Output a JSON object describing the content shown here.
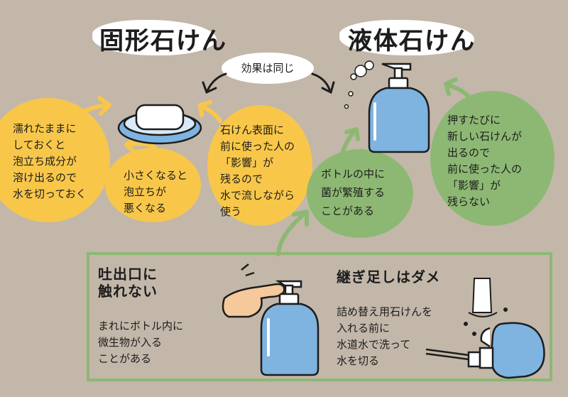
{
  "titles": {
    "solid": "固形石けん",
    "liquid": "液体石けん"
  },
  "center_bubble": "効果は同じ",
  "solid_circles": [
    {
      "text": "濡れたままに\nしておくと\n泡立ち成分が\n溶け出るので\n水を切っておく"
    },
    {
      "text": "小さくなると\n泡立ちが\n悪くなる"
    },
    {
      "text": "石けん表面に\n前に使った人の\n「影響」が\n残るので\n水で流しながら\n使う"
    }
  ],
  "liquid_circles": [
    {
      "text": "ボトルの中に\n菌が繁殖する\nことがある"
    },
    {
      "text": "押すたびに\n新しい石けんが\n出るので\n前に使った人の\n「影響」が\n残らない"
    }
  ],
  "bottom_box": {
    "left_title": "吐出口に\n触れない",
    "left_text": "まれにボトル内に\n微生物が入る\nことがある",
    "right_title": "継ぎ足しはダメ",
    "right_text": "詰め替え用石けんを\n入れる前に\n水道水で洗って\n水を切る"
  },
  "colors": {
    "background": "#c3b7a9",
    "yellow": "#f8c74a",
    "green": "#8db874",
    "bottle": "#7fb3e0",
    "white": "#ffffff"
  },
  "icons": [
    "soap-bar-icon",
    "pump-bottle-icon",
    "finger-icon",
    "faucet-water-icon",
    "refill-bottle-icon"
  ]
}
